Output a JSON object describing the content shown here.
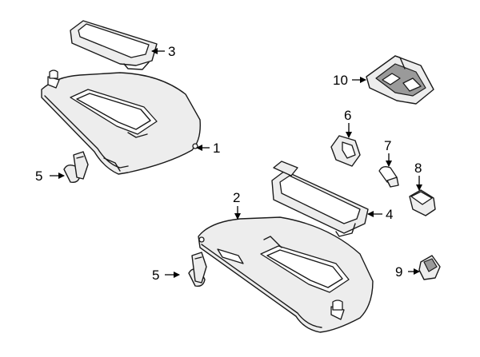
{
  "diagram": {
    "callouts": [
      {
        "id": "c1",
        "label": "1"
      },
      {
        "id": "c2",
        "label": "2"
      },
      {
        "id": "c3",
        "label": "3"
      },
      {
        "id": "c4",
        "label": "4"
      },
      {
        "id": "c5a",
        "label": "5"
      },
      {
        "id": "c5b",
        "label": "5"
      },
      {
        "id": "c6",
        "label": "6"
      },
      {
        "id": "c7",
        "label": "7"
      },
      {
        "id": "c8",
        "label": "8"
      },
      {
        "id": "c9",
        "label": "9"
      },
      {
        "id": "c10",
        "label": "10"
      }
    ],
    "line_color": "#1a1a1a",
    "fill_color": "#ededed"
  }
}
